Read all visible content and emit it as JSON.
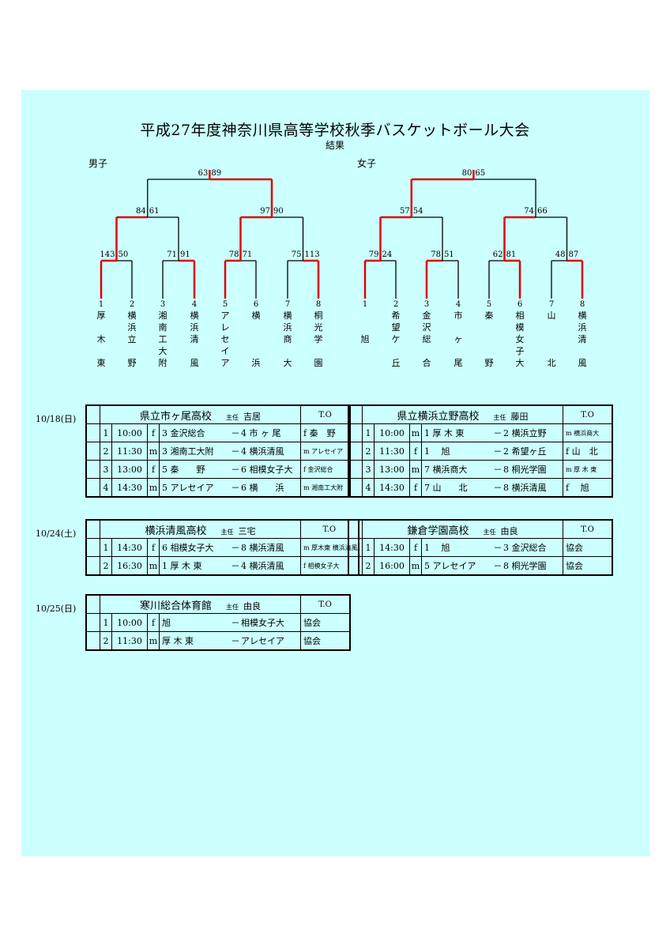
{
  "title": "平成27年度神奈川県高等学校秋季バスケットボール大会",
  "subtitle": "結果",
  "men": {
    "label": "男子",
    "teams": [
      {
        "num": "1",
        "name": [
          "厚",
          "",
          "木",
          "",
          "東"
        ]
      },
      {
        "num": "2",
        "name": [
          "横",
          "浜",
          "立",
          "",
          "野"
        ]
      },
      {
        "num": "3",
        "name": [
          "湘",
          "南",
          "工",
          "大",
          "附"
        ]
      },
      {
        "num": "4",
        "name": [
          "横",
          "浜",
          "清",
          "",
          "風"
        ]
      },
      {
        "num": "5",
        "name": [
          "ア",
          "レ",
          "セ",
          "イ",
          "ア"
        ]
      },
      {
        "num": "6",
        "name": [
          "横",
          "",
          "",
          "",
          "浜"
        ]
      },
      {
        "num": "7",
        "name": [
          "横",
          "浜",
          "商",
          "",
          "大"
        ]
      },
      {
        "num": "8",
        "name": [
          "桐",
          "光",
          "学",
          "",
          "園"
        ]
      }
    ],
    "scores": {
      "final": [
        "63",
        "89"
      ],
      "semi": [
        [
          "84",
          "61"
        ],
        [
          "97",
          "90"
        ]
      ],
      "first": [
        [
          "143",
          "50"
        ],
        [
          "71",
          "91"
        ],
        [
          "78",
          "71"
        ],
        [
          "75",
          "113"
        ]
      ]
    }
  },
  "women": {
    "label": "女子",
    "teams": [
      {
        "num": "1",
        "name": [
          "",
          "",
          "旭",
          "",
          ""
        ]
      },
      {
        "num": "2",
        "name": [
          "希",
          "望",
          "ケ",
          "",
          "丘"
        ]
      },
      {
        "num": "3",
        "name": [
          "金",
          "沢",
          "総",
          "",
          "合"
        ]
      },
      {
        "num": "4",
        "name": [
          "市",
          "",
          "ヶ",
          "",
          "尾"
        ]
      },
      {
        "num": "5",
        "name": [
          "秦",
          "",
          "",
          "",
          "野"
        ]
      },
      {
        "num": "6",
        "name": [
          "相",
          "模",
          "女",
          "子",
          "大"
        ]
      },
      {
        "num": "7",
        "name": [
          "山",
          "",
          "",
          "",
          "北"
        ]
      },
      {
        "num": "8",
        "name": [
          "横",
          "浜",
          "清",
          "",
          "風"
        ]
      }
    ],
    "scores": {
      "final": [
        "80",
        "65"
      ],
      "semi": [
        [
          "57",
          "54"
        ],
        [
          "74",
          "66"
        ]
      ],
      "first": [
        [
          "79",
          "24"
        ],
        [
          "78",
          "51"
        ],
        [
          "62",
          "81"
        ],
        [
          "48",
          "87"
        ]
      ]
    }
  },
  "schedule": [
    {
      "date": "10/18(日)",
      "venues": [
        {
          "venue": "県立市ヶ尾高校",
          "chief_label": "主任",
          "chief": "吉居",
          "to_label": "T.O",
          "games": [
            {
              "no": "1",
              "time": "10:00",
              "g": "f",
              "a": "3 金沢総合",
              "dash": "－",
              "b": "4 市 ヶ 尾",
              "to": "f 秦　野",
              "to_small": false
            },
            {
              "no": "2",
              "time": "11:30",
              "g": "m",
              "a": "3 湘南工大附",
              "dash": "－",
              "b": "4 横浜清風",
              "to": "m アレセイア",
              "to_small": true
            },
            {
              "no": "3",
              "time": "13:00",
              "g": "f",
              "a": "5 秦　　野",
              "dash": "－",
              "b": "6 相模女子大",
              "to": "f 金沢総合",
              "to_small": true
            },
            {
              "no": "4",
              "time": "14:30",
              "g": "m",
              "a": "5 アレセイア",
              "dash": "－",
              "b": "6 横　　浜",
              "to": "m 湘南工大附",
              "to_small": true
            }
          ]
        },
        {
          "venue": "県立横浜立野高校",
          "chief_label": "主任",
          "chief": "藤田",
          "to_label": "T.O",
          "games": [
            {
              "no": "1",
              "time": "10:00",
              "g": "m",
              "a": "1 厚 木 東",
              "dash": "－",
              "b": "2 横浜立野",
              "to": "m 横浜商大",
              "to_small": true
            },
            {
              "no": "2",
              "time": "11:30",
              "g": "f",
              "a": "1 　旭",
              "dash": "－",
              "b": "2 希望ヶ丘",
              "to": "f 山　北",
              "to_small": false
            },
            {
              "no": "3",
              "time": "13:00",
              "g": "m",
              "a": "7 横浜商大",
              "dash": "－",
              "b": "8 桐光学園",
              "to": "m 厚 木 東",
              "to_small": true
            },
            {
              "no": "4",
              "time": "14:30",
              "g": "f",
              "a": "7 山　　北",
              "dash": "－",
              "b": "8 横浜清風",
              "to": "f 　旭",
              "to_small": false
            }
          ]
        }
      ]
    },
    {
      "date": "10/24(土)",
      "venues": [
        {
          "venue": "横浜清風高校",
          "chief_label": "主任",
          "chief": "三宅",
          "to_label": "T.O",
          "games": [
            {
              "no": "1",
              "time": "14:30",
              "g": "f",
              "a": "6 相模女子大",
              "dash": "－",
              "b": "8 横浜清風",
              "to": "m 厚木東 横浜清風",
              "to_small": true
            },
            {
              "no": "2",
              "time": "16:30",
              "g": "m",
              "a": "1 厚 木 東",
              "dash": "－",
              "b": "4 横浜清風",
              "to": "f 相模女子大",
              "to_small": true
            }
          ]
        },
        {
          "venue": "鎌倉学園高校",
          "chief_label": "主任",
          "chief": "由良",
          "to_label": "T.O",
          "games": [
            {
              "no": "1",
              "time": "14:30",
              "g": "f",
              "a": "1 　旭",
              "dash": "－",
              "b": "3 金沢総合",
              "to": "協会",
              "to_small": false
            },
            {
              "no": "2",
              "time": "16:00",
              "g": "m",
              "a": "5 アレセイア",
              "dash": "－",
              "b": "8 桐光学園",
              "to": "協会",
              "to_small": false
            }
          ]
        }
      ]
    },
    {
      "date": "10/25(日)",
      "venues": [
        {
          "venue": "寒川総合体育館",
          "chief_label": "主任",
          "chief": "由良",
          "to_label": "T.O",
          "games": [
            {
              "no": "1",
              "time": "10:00",
              "g": "f",
              "a": "旭",
              "dash": "－",
              "b": "相模女子大",
              "to": "協会",
              "to_small": false
            },
            {
              "no": "2",
              "time": "11:30",
              "g": "m",
              "a": "厚 木 東",
              "dash": "－",
              "b": "アレセイア",
              "to": "協会",
              "to_small": false
            }
          ]
        }
      ]
    }
  ],
  "colors": {
    "sheet": "#ccffff",
    "winner_line": "#e00000",
    "loser_line": "#000000"
  }
}
